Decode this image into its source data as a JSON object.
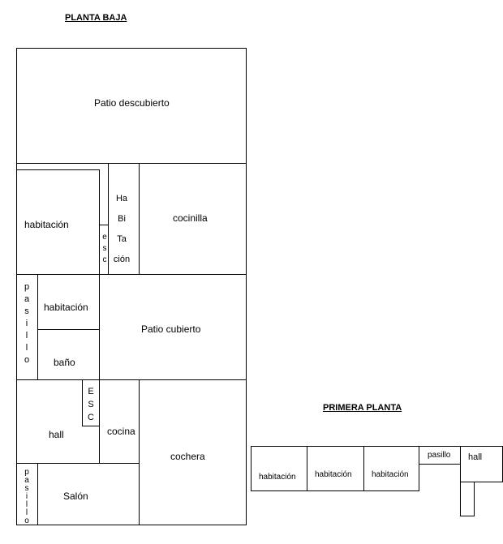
{
  "ground_floor": {
    "title": "PLANTA BAJA",
    "patio_descubierto": "Patio descubierto",
    "habitacion_1": "habitación",
    "esc_small": [
      "e",
      "s",
      "c"
    ],
    "habitacion_vertical": [
      "Ha",
      "Bi",
      "Ta",
      "ción"
    ],
    "cocinilla": "cocinilla",
    "pasillo_1": [
      "p",
      "a",
      "s",
      "i",
      "l",
      "l",
      "o"
    ],
    "habitacion_2": "habitación",
    "bano": "baño",
    "patio_cubierto": "Patio cubierto",
    "esc_2": [
      "E",
      "S",
      "C"
    ],
    "hall": "hall",
    "cocina": "cocina",
    "cochera": "cochera",
    "pasillo_2": [
      "p",
      "a",
      "s",
      "i",
      "l",
      "l",
      "o"
    ],
    "salon": "Salón"
  },
  "first_floor": {
    "title": "PRIMERA PLANTA",
    "habitacion_1": "habitación",
    "habitacion_2": "habitación",
    "habitacion_3": "habitación",
    "pasillo": "pasillo",
    "hall": "hall"
  }
}
